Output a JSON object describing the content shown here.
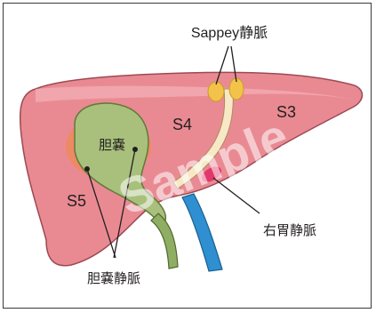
{
  "labels": {
    "sappey_vein": "Sappey静脈",
    "segment_s4": "S4",
    "segment_s3": "S3",
    "segment_s5": "S5",
    "gallbladder": "胆嚢",
    "right_gastric_vein": "右胃静脈",
    "cystic_veins": "胆嚢静脈"
  },
  "watermark": "Sample",
  "colors": {
    "liver": "#e98a93",
    "liver_dark": "#d8727c",
    "liver_outline": "#9c4a53",
    "gallbladder": "#a9c07d",
    "gallbladder_halo": "#ee8a5a",
    "portal_vein": "#2f8fd0",
    "bile_duct": "#8fae63",
    "sappey_node": "#f2c24a",
    "ligament": "#f7e9c8",
    "right_gastric": "#e2376b"
  }
}
